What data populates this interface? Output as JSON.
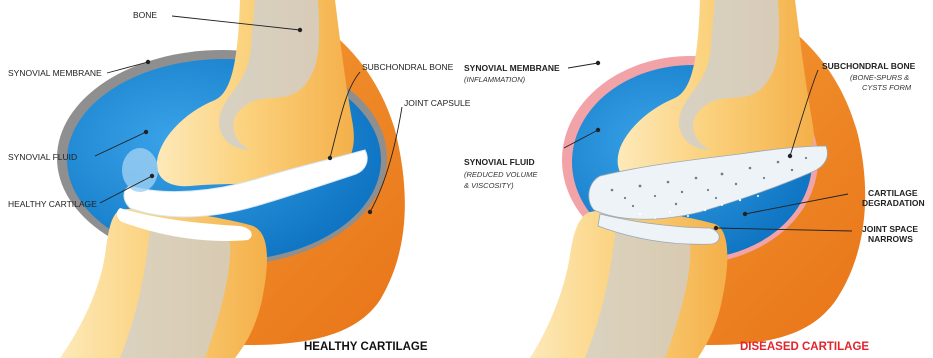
{
  "healthy": {
    "caption": "HEALTHY CARTILAGE",
    "labels": {
      "bone": "BONE",
      "synovial_membrane": "SYNOVIAL MEMBRANE",
      "subchondral_bone": "SUBCHONDRAL BONE",
      "joint_capsule": "JOINT CAPSULE",
      "synovial_fluid": "SYNOVIAL FLUID",
      "healthy_cartilage": "HEALTHY CARTILAGE"
    }
  },
  "diseased": {
    "caption": "DISEASED CARTILAGE",
    "labels": {
      "synovial_membrane": "SYNOVIAL MEMBRANE",
      "synovial_membrane_note": "(INFLAMMATION)",
      "subchondral_bone": "SUBCHONDRAL BONE",
      "subchondral_note_1": "(BONE-SPURS &",
      "subchondral_note_2": "CYSTS FORM",
      "synovial_fluid": "SYNOVIAL FLUID",
      "synovial_fluid_note_1": "(REDUCED VOLUME",
      "synovial_fluid_note_2": "& VISCOSITY)",
      "cartilage_degradation_1": "CARTILAGE",
      "cartilage_degradation_2": "DEGRADATION",
      "joint_space_1": "JOINT SPACE",
      "joint_space_2": "NARROWS"
    }
  },
  "colors": {
    "fluid": "#1b8ad6",
    "capsule": "#f08a24",
    "bone": "#fbc96b",
    "bone_light": "#fde9b9",
    "bone_core": "#c9c9c9",
    "membrane_healthy": "#8f8f8f",
    "membrane_inflamed": "#f2a3a8",
    "diseased_caption": "#e2242b"
  }
}
